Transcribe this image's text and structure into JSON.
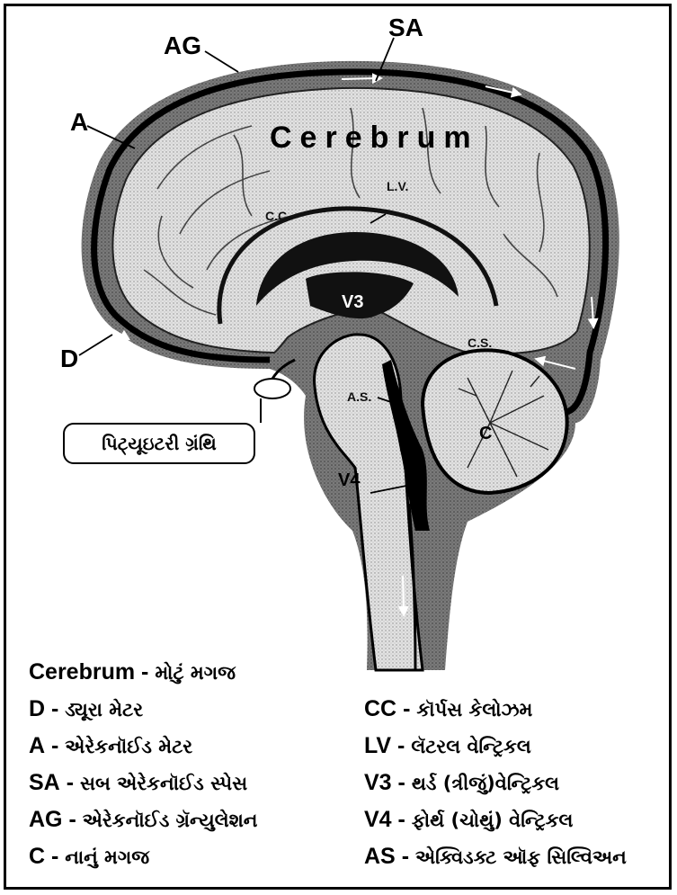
{
  "diagram": {
    "labels": {
      "sa": "SA",
      "ag": "AG",
      "a": "A",
      "d": "D",
      "cerebrum": "Cerebrum",
      "lv": "L.V.",
      "cc": "C.C.",
      "v3": "V3",
      "cs": "C.S.",
      "as": "A.S.",
      "c": "C",
      "v4": "V4"
    },
    "pituitary_label": "પિટ્યૂઇટરી ગ્રંથિ"
  },
  "legend": {
    "left": [
      {
        "code": "Cerebrum",
        "sep": "-",
        "desc": "મોટું મગજ"
      },
      {
        "code": "D",
        "sep": "-",
        "desc": "ડ્યૂરા મેટર"
      },
      {
        "code": "A",
        "sep": "-",
        "desc": "એરેકનૉઈડ મેટર"
      },
      {
        "code": "SA",
        "sep": "-",
        "desc": "સબ એરેકનૉઈડ સ્પેસ"
      },
      {
        "code": "AG",
        "sep": "-",
        "desc": "એરેકનૉઈડ ગ્રૅન્યુલેશન"
      },
      {
        "code": "C",
        "sep": "-",
        "desc": "નાનું મગજ"
      }
    ],
    "right": [
      {
        "code": "CC",
        "sep": "-",
        "desc": "કૉર્પસ કેલોઝમ"
      },
      {
        "code": "LV",
        "sep": "-",
        "desc": "લૅટરલ વેન્ટ્રિકલ"
      },
      {
        "code": "V3",
        "sep": "-",
        "desc": "થર્ડ (ત્રીજું)વેન્ટ્રિકલ"
      },
      {
        "code": "V4",
        "sep": "-",
        "desc": "ફોર્થ (ચોથું) વેન્ટ્રિકલ"
      },
      {
        "code": "AS",
        "sep": "-",
        "desc": "એક્વિડક્ટ ઑફ સિલ્વિઅન"
      }
    ]
  }
}
